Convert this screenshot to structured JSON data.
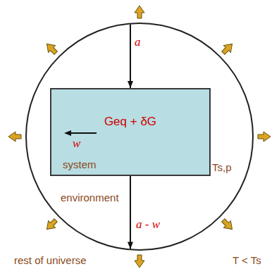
{
  "diagram": {
    "nodes": [
      {
        "text": [
          "environment"
        ]
      },
      {
        "text": [
          "Geq + δG",
          "system",
          "Ts,p"
        ],
        "in": 0
      }
    ],
    "edges": [
      {
        "from": 0,
        "to": 1,
        "label": "a",
        "arrow": "to"
      },
      {
        "from": 1,
        "to": 0,
        "label": "a - w",
        "arrow": "to"
      }
    ],
    "labels": [
      "w",
      "rest of universe",
      "T < Ts"
    ]
  }
}
